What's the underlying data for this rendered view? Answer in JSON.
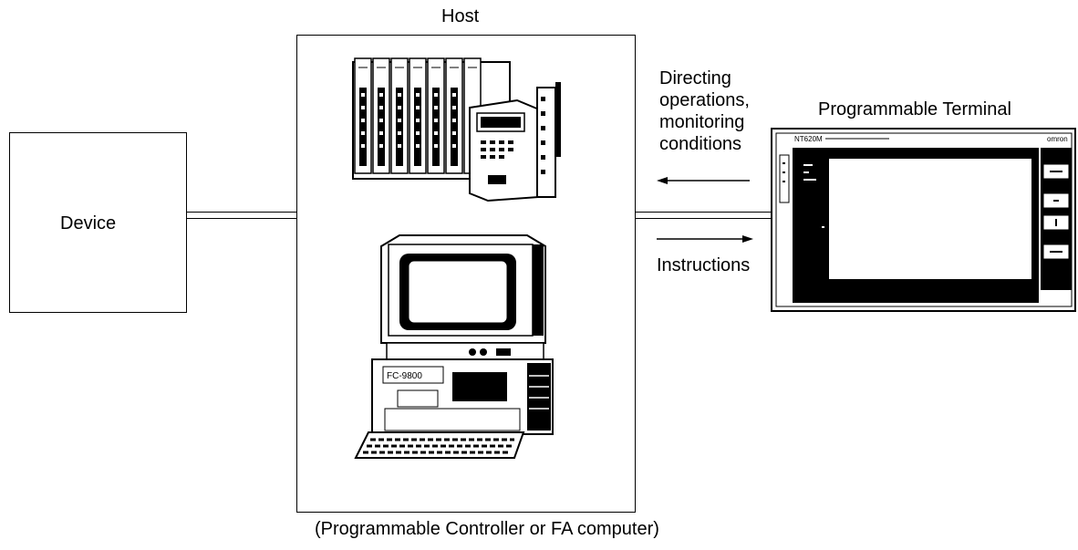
{
  "host": {
    "title": "Host",
    "caption": "(Programmable Controller or FA computer)"
  },
  "device": {
    "label": "Device"
  },
  "terminal": {
    "title": "Programmable Terminal",
    "screen_header": "NT620M",
    "brand": "omron"
  },
  "arrows": {
    "to_host": [
      "Directing",
      "operations,",
      "monitoring",
      "conditions"
    ],
    "to_terminal": "Instructions"
  },
  "computer": {
    "model": "FC-9800"
  }
}
